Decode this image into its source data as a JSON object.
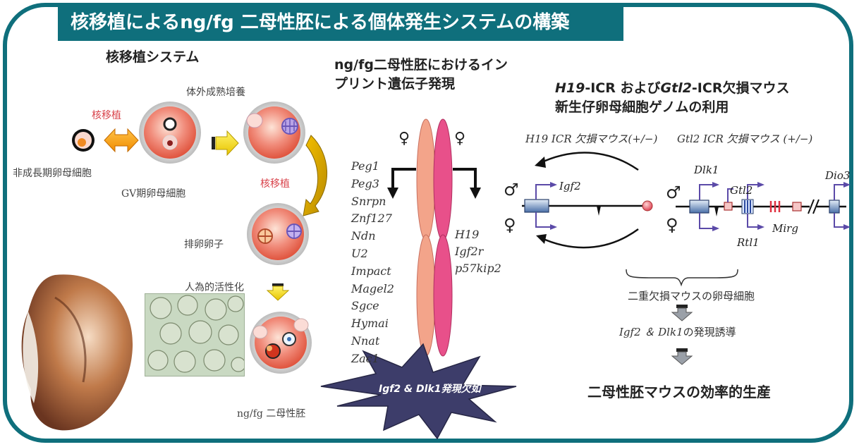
{
  "title": "核移植によるng/fg 二母性胚による個体発生システムの構築",
  "left": {
    "heading": "核移植システム",
    "label_ivm": "体外成熟培養",
    "label_nt1": "核移植",
    "label_nongrowing": "非成長期卵母細胞",
    "label_gv": "GV期卵母細胞",
    "label_nt2": "核移植",
    "label_ovulated": "排卵卵子",
    "label_activation": "人為的活性化",
    "label_embryo": "ng/fg 二母性胚"
  },
  "middle": {
    "heading_line1": "ng/fg二母性胚におけるイン",
    "heading_line2": "プリント遺伝子発現",
    "female_symbol_left": "♀",
    "female_symbol_right": "♀",
    "maternal_genes": [
      "Peg1",
      "Peg3",
      "Snrpn",
      "Znf127",
      "Ndn",
      "U2",
      "Impact",
      "Magel2",
      "Sgce",
      "Hymai",
      "Nnat",
      "Zac1"
    ],
    "right_genes": [
      "H19",
      "Igf2r",
      "p57kip2"
    ],
    "burst_text": "Igf2 & Dlk1発現欠如"
  },
  "right": {
    "heading_line1_a": "H19",
    "heading_line1_b": "-ICR および",
    "heading_line1_c": "Gtl2",
    "heading_line1_d": "-ICR欠損マウス",
    "heading_line2": "新生仔卵母細胞ゲノムの利用",
    "h19_label": "H19 ICR 欠損マウス(+/−)",
    "gtl2_label": "Gtl2 ICR 欠損マウス (+/−)",
    "male": "♂",
    "female": "♀",
    "male2": "♂",
    "female2": "♀",
    "igf2": "Igf2",
    "dlk1": "Dlk1",
    "gtl2": "Gtl2",
    "dio3": "Dio3",
    "mirg": "Mirg",
    "rtl1": "Rtl1",
    "double_ko": "二重欠損マウスの卵母細胞",
    "induction_a": "Igf2 ＆ Dlk1",
    "induction_b": "の発現誘導",
    "result": "二母性胚マウスの効率的生産"
  }
}
